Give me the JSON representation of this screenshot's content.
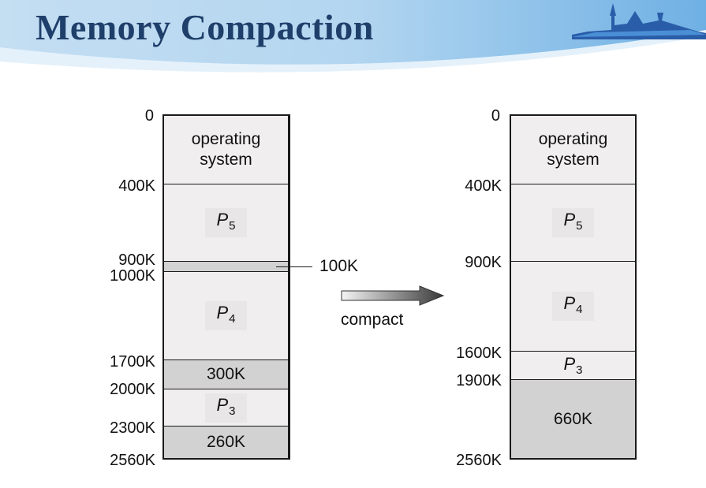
{
  "title": "Memory Compaction",
  "before": {
    "addresses": [
      "0",
      "400K",
      "900K",
      "1000K",
      "1700K",
      "2000K",
      "2300K",
      "2560K"
    ],
    "os": {
      "line1": "operating",
      "line2": "system"
    },
    "p5": {
      "letter": "P",
      "sub": "5"
    },
    "p4": {
      "letter": "P",
      "sub": "4"
    },
    "p3": {
      "letter": "P",
      "sub": "3"
    },
    "hole1": "100K",
    "hole2": "300K",
    "hole3": "260K"
  },
  "action": "compact",
  "after": {
    "addresses": [
      "0",
      "400K",
      "900K",
      "1600K",
      "1900K",
      "2560K"
    ],
    "os": {
      "line1": "operating",
      "line2": "system"
    },
    "p5": {
      "letter": "P",
      "sub": "5"
    },
    "p4": {
      "letter": "P",
      "sub": "4"
    },
    "p3": {
      "letter": "P",
      "sub": "3"
    },
    "hole": "660K"
  },
  "colors": {
    "title": "#1f3f6b",
    "memory_fill": "#f0eeee",
    "hole_fill": "#d2d2d2",
    "header_gradient": "#9cc9ea"
  }
}
